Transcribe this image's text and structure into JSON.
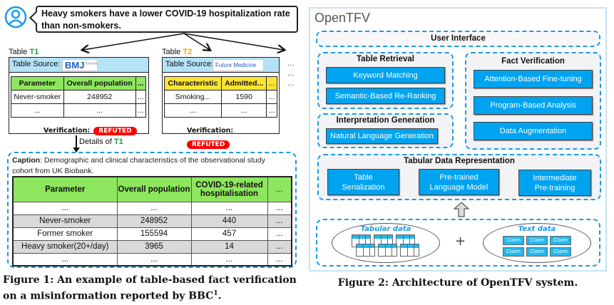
{
  "figure1": {
    "claim": "Heavy smokers have a lower COVID-19 hospitalization rate than non-smokers.",
    "avatar_icon": "user-circle-icon",
    "t1": {
      "label": "Table ",
      "id": "T1",
      "source_label": "Table Source:",
      "source_logo": "BMJ",
      "source_logo_sup": "Journals",
      "header": [
        "Parameter",
        "Overall population",
        "..."
      ],
      "rows": [
        [
          "Never-smoker",
          "248952",
          "..."
        ],
        [
          "...",
          "...",
          "..."
        ]
      ],
      "verification_label": "Verification:",
      "verdict": "REFUTED"
    },
    "t2": {
      "label": "Table ",
      "id": "T2",
      "source_label": "Table Source:",
      "source_logo": "Future Medicine",
      "header": [
        "Characteristic",
        "Admitted...",
        "..."
      ],
      "rows": [
        [
          "Smoking...",
          "1590",
          "..."
        ],
        [
          "...",
          "...",
          "..."
        ]
      ],
      "verification_label": "Verification:",
      "verdict": "REFUTED"
    },
    "more": "...",
    "details_label": "Details of ",
    "details_id": "T1",
    "caption_label": "Caption",
    "caption_text": ": Demographic and clinical characteristics of the observational study cohort from UK Biobank.",
    "detail_table": {
      "header": [
        "Parameter",
        "Overall population",
        "COVID-19-related hospitalisation",
        "..."
      ],
      "rows": [
        [
          "...",
          "...",
          "...",
          "..."
        ],
        [
          "Never-smoker",
          "248952",
          "440",
          "..."
        ],
        [
          "Former smoker",
          "155594",
          "457",
          "..."
        ],
        [
          "Heavy smoker(20+/day)",
          "3965",
          "14",
          "..."
        ],
        [
          "...",
          "...",
          "...",
          "..."
        ]
      ]
    },
    "caption": "Figure 1: An example of table-based fact verification on a misinformation reported by BBC",
    "caption_sup": "1",
    "caption_end": "."
  },
  "figure2": {
    "logo": "OpenTFV",
    "user_interface": "User Interface",
    "table_retrieval": {
      "title": "Table Retrieval",
      "items": [
        "Keyword Matching",
        "Semantic-Based Re-Ranking"
      ]
    },
    "interpretation": {
      "title": "Interpretation Generation",
      "items": [
        "Natural Language Generation"
      ]
    },
    "fact_verification": {
      "title": "Fact Verification",
      "items": [
        "Attention-Based Fine-tuning",
        "Program-Based Analysis",
        "Data Augmentation"
      ]
    },
    "tabular": {
      "title": "Tabular Data Representation",
      "items": [
        "Table Serialization",
        "Pre-trained Language Model",
        "Intermediate Pre-training"
      ]
    },
    "tabular_data": "Tabular data",
    "text_data": "Text data",
    "plus": "+",
    "claims": [
      "Claim",
      "Claim",
      "Claim",
      "Claim",
      "Claim",
      "Claim"
    ],
    "caption": "Figure 2: Architecture of OpenTFV system."
  },
  "colors": {
    "accent_blue": "#00a3ef",
    "dashed_blue": "#1a9be8",
    "t1_green": "#8ee65e",
    "t2_yellow": "#ffe433",
    "refuted_red": "#ff0000"
  }
}
